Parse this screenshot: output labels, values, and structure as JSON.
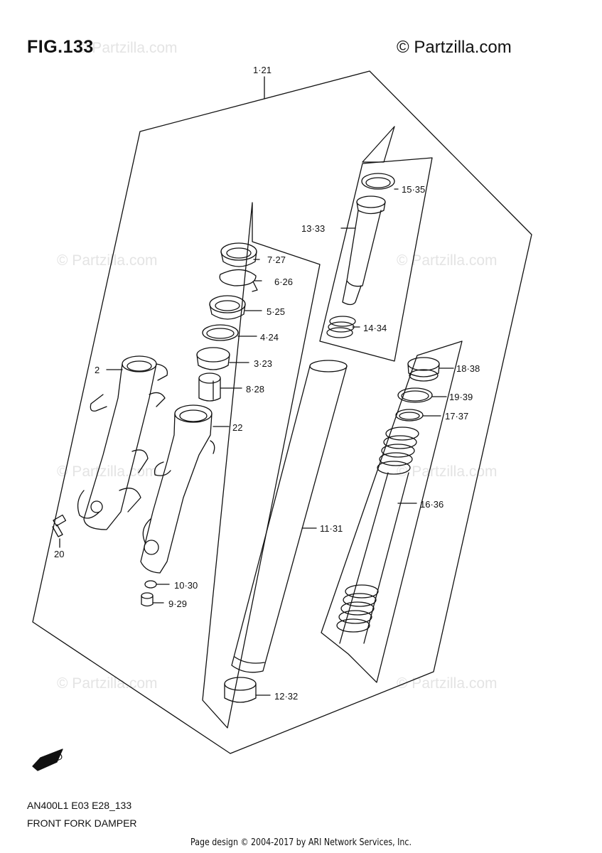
{
  "header": {
    "figure": "FIG.133",
    "copyright": "© Partzilla.com"
  },
  "watermark": "© Partzilla.com",
  "callouts": [
    {
      "id": "c1",
      "label": "1·21"
    },
    {
      "id": "c2",
      "label": "2"
    },
    {
      "id": "c3",
      "label": "3·23"
    },
    {
      "id": "c4",
      "label": "4·24"
    },
    {
      "id": "c5",
      "label": "5·25"
    },
    {
      "id": "c6",
      "label": "6·26"
    },
    {
      "id": "c7",
      "label": "7·27"
    },
    {
      "id": "c8",
      "label": "8·28"
    },
    {
      "id": "c9",
      "label": "9·29"
    },
    {
      "id": "c10",
      "label": "10·30"
    },
    {
      "id": "c11",
      "label": "11·31"
    },
    {
      "id": "c12",
      "label": "12·32"
    },
    {
      "id": "c13",
      "label": "13·33"
    },
    {
      "id": "c14",
      "label": "14·34"
    },
    {
      "id": "c15",
      "label": "15·35"
    },
    {
      "id": "c16",
      "label": "16·36"
    },
    {
      "id": "c17",
      "label": "17·37"
    },
    {
      "id": "c18",
      "label": "18·38"
    },
    {
      "id": "c19",
      "label": "19·39"
    },
    {
      "id": "c20",
      "label": "20"
    },
    {
      "id": "c22",
      "label": "22"
    }
  ],
  "fwd_label": "FWD",
  "footer": {
    "code": "AN400L1 E03 E28_133",
    "title": "FRONT FORK DAMPER",
    "page_design": "Page design © 2004-2017 by ARI Network Services, Inc."
  }
}
